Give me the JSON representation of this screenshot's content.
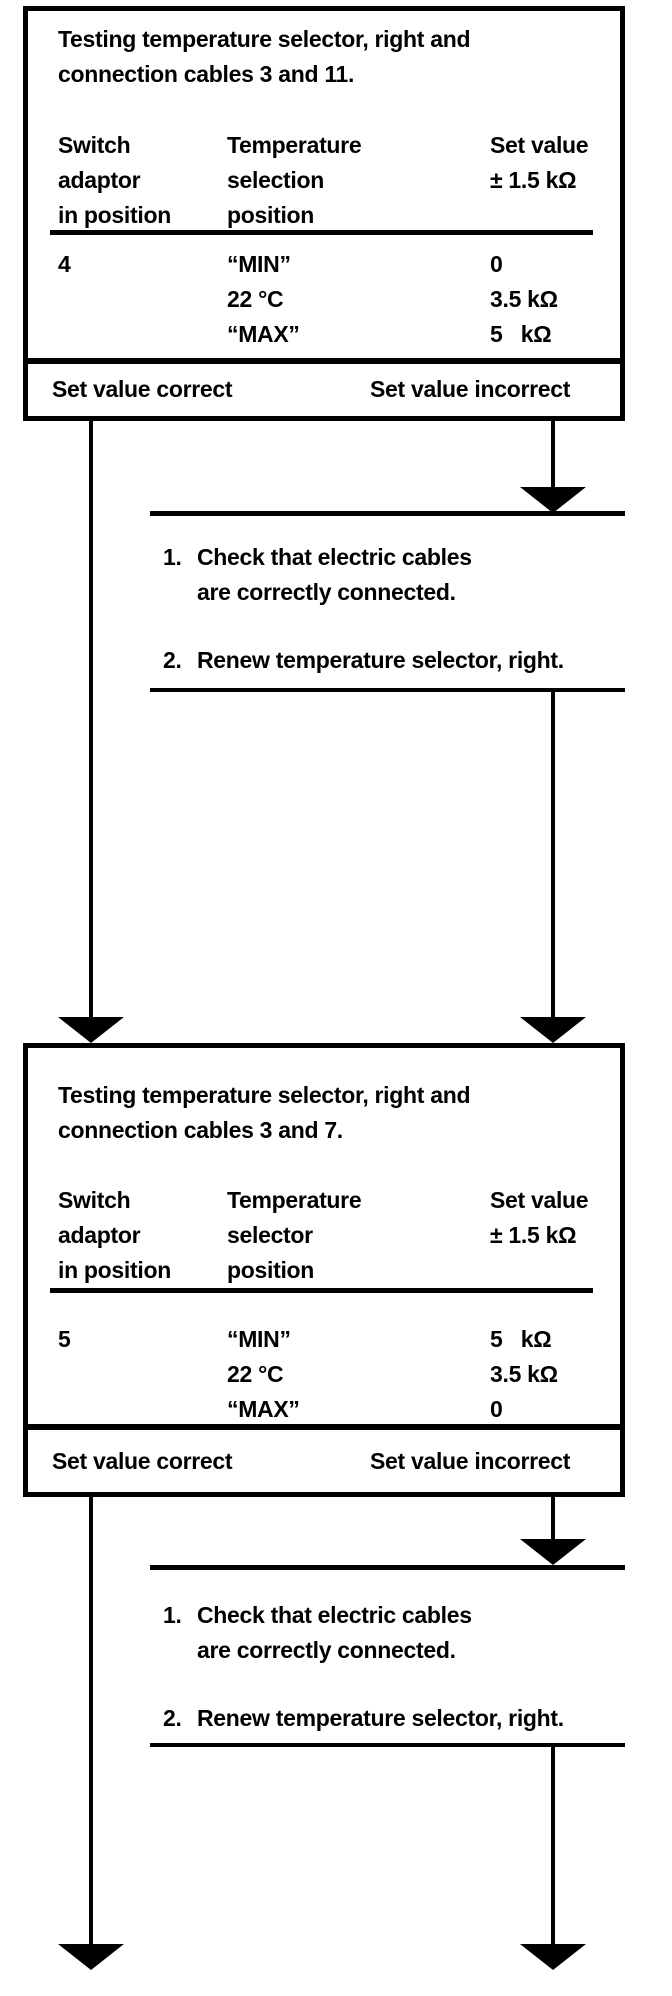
{
  "page": {
    "background": "#ffffff",
    "ink": "#000000"
  },
  "steps": [
    {
      "title_line1": "Testing temperature selector, right and",
      "title_line2": "connection cables 3 and 11.",
      "columns": {
        "col1": [
          "Switch",
          "adaptor",
          "in position"
        ],
        "col2": [
          "Temperature",
          "selection",
          "position"
        ],
        "col3": [
          "Set value",
          "± 1.5 kΩ"
        ]
      },
      "adaptor_position": "4",
      "rows": [
        {
          "position": "“MIN”",
          "value": "0"
        },
        {
          "position": "22 °C",
          "value": "3.5 kΩ"
        },
        {
          "position": "“MAX”",
          "value": "5   kΩ"
        }
      ],
      "outcome_left": "Set value correct",
      "outcome_right": "Set value incorrect"
    },
    {
      "title_line1": "Testing temperature selector, right and",
      "title_line2": "connection cables 3 and 7.",
      "columns": {
        "col1": [
          "Switch",
          "adaptor",
          "in position"
        ],
        "col2": [
          "Temperature",
          "selector",
          "position"
        ],
        "col3": [
          "Set value",
          "± 1.5 kΩ"
        ]
      },
      "adaptor_position": "5",
      "rows": [
        {
          "position": "“MIN”",
          "value": "5   kΩ"
        },
        {
          "position": "22 °C",
          "value": "3.5 kΩ"
        },
        {
          "position": "“MAX”",
          "value": "0"
        }
      ],
      "outcome_left": "Set value correct",
      "outcome_right": "Set value incorrect"
    }
  ],
  "remedy": {
    "item1_no": "1.",
    "item1_line1": "Check that electric cables",
    "item1_line2": "are correctly connected.",
    "item2_no": "2.",
    "item2_text": "Renew temperature selector, right."
  }
}
